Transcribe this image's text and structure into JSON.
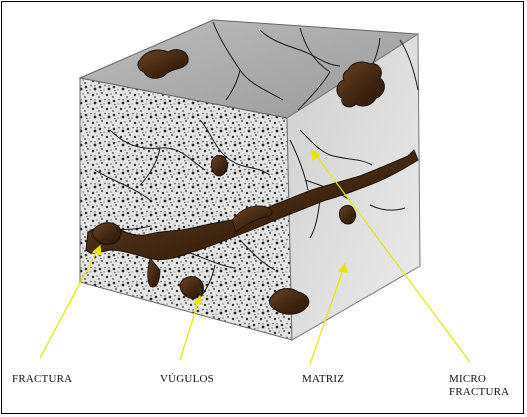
{
  "labels": {
    "fractura": "FRACTURA",
    "vugulos": "VÚGULOS",
    "matriz": "MATRIZ",
    "micro_fractura": "MICRO\nFRACTURA"
  },
  "colors": {
    "top_face": "#a8a8a8",
    "left_face": "#d8d8d8",
    "right_face": "#dedede",
    "vug": "#4a2c15",
    "leader": "#e6e600"
  }
}
